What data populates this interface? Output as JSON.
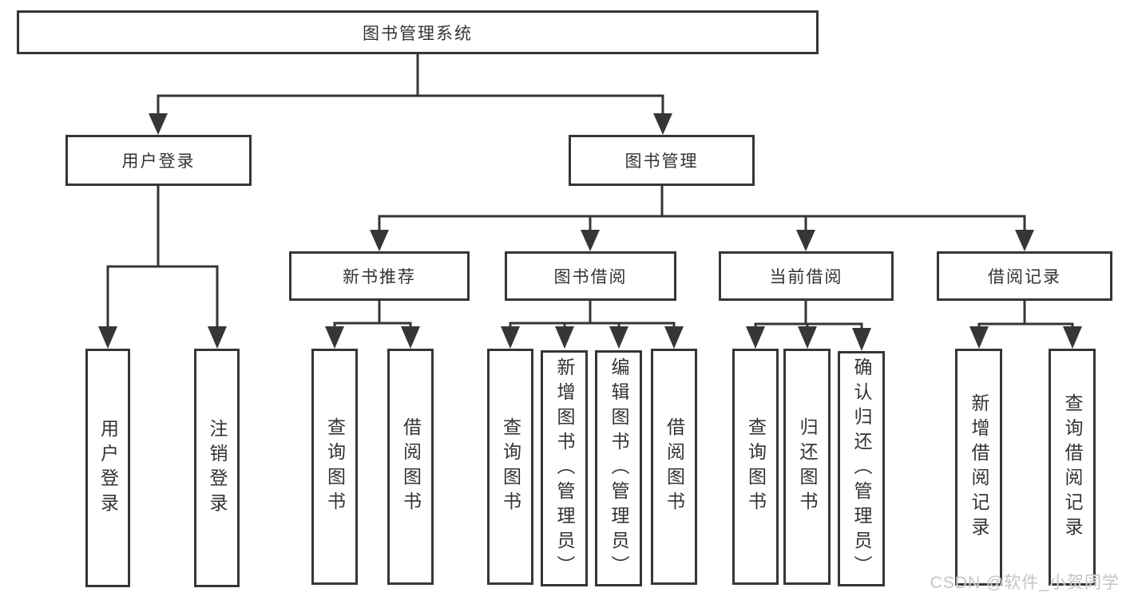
{
  "diagram": {
    "type": "hierarchy-tree",
    "title": "图书管理系统",
    "watermark": "CSDN @软件_小贺同学",
    "colors": {
      "line": "#363636",
      "text": "#333333",
      "background": "#ffffff",
      "watermark": "#c4c4c4"
    }
  },
  "nodes": [
    {
      "id": "root",
      "label": "图书管理系统",
      "level": 1,
      "parent": null
    },
    {
      "id": "user-login",
      "label": "用户登录",
      "level": 2,
      "parent": "root"
    },
    {
      "id": "book-management",
      "label": "图书管理",
      "level": 2,
      "parent": "root"
    },
    {
      "id": "new-book-recommend",
      "label": "新书推荐",
      "level": 3,
      "parent": "book-management"
    },
    {
      "id": "book-borrowing",
      "label": "图书借阅",
      "level": 3,
      "parent": "book-management"
    },
    {
      "id": "current-borrowing",
      "label": "当前借阅",
      "level": 3,
      "parent": "book-management"
    },
    {
      "id": "borrowing-records",
      "label": "借阅记录",
      "level": 3,
      "parent": "book-management"
    },
    {
      "id": "leaf-user-login",
      "label": "用户登录",
      "level": 4,
      "parent": "user-login"
    },
    {
      "id": "leaf-logout",
      "label": "注销登录",
      "level": 4,
      "parent": "user-login"
    },
    {
      "id": "leaf-query-books-1",
      "label": "查询图书",
      "level": 4,
      "parent": "new-book-recommend"
    },
    {
      "id": "leaf-borrow-books-1",
      "label": "借阅图书",
      "level": 4,
      "parent": "new-book-recommend"
    },
    {
      "id": "leaf-query-books-2",
      "label": "查询图书",
      "level": 4,
      "parent": "book-borrowing"
    },
    {
      "id": "leaf-add-books",
      "label": "新增图书（管理员）",
      "level": 4,
      "parent": "book-borrowing"
    },
    {
      "id": "leaf-edit-books",
      "label": "编辑图书（管理员）",
      "level": 4,
      "parent": "book-borrowing"
    },
    {
      "id": "leaf-borrow-books-2",
      "label": "借阅图书",
      "level": 4,
      "parent": "book-borrowing"
    },
    {
      "id": "leaf-query-books-3",
      "label": "查询图书",
      "level": 4,
      "parent": "current-borrowing"
    },
    {
      "id": "leaf-return-books",
      "label": "归还图书",
      "level": 4,
      "parent": "current-borrowing"
    },
    {
      "id": "leaf-confirm-return",
      "label": "确认归还（管理员）",
      "level": 4,
      "parent": "current-borrowing"
    },
    {
      "id": "leaf-add-borrow-record",
      "label": "新增借阅记录",
      "level": 4,
      "parent": "borrowing-records"
    },
    {
      "id": "leaf-query-borrow-record",
      "label": "查询借阅记录",
      "level": 4,
      "parent": "borrowing-records"
    }
  ]
}
